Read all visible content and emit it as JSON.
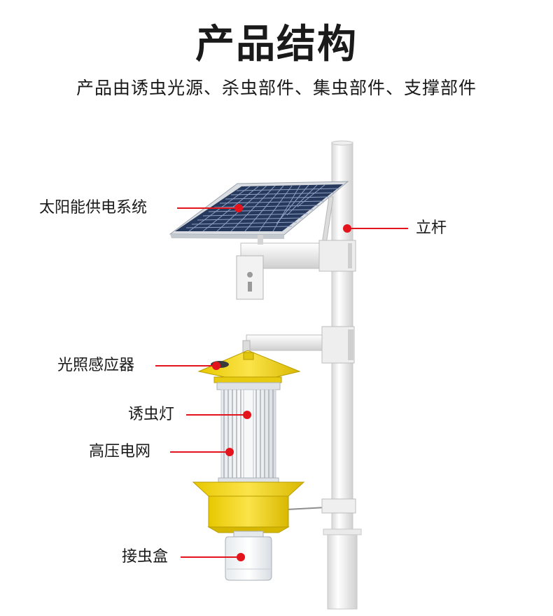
{
  "header": {
    "title": "产品结构",
    "subtitle": "产品由诱虫光源、杀虫部件、集虫部件、支撑部件"
  },
  "labels": {
    "solar": "太阳能供电系统",
    "pole": "立杆",
    "sensor": "光照感应器",
    "lamp": "诱虫灯",
    "grid": "高压电网",
    "box": "接虫盒"
  },
  "colors": {
    "pointer": "#e3141c",
    "cap_yellow": "#f2d519",
    "pole_white": "#f4f4f4",
    "panel_blue": "#2c3f63"
  }
}
